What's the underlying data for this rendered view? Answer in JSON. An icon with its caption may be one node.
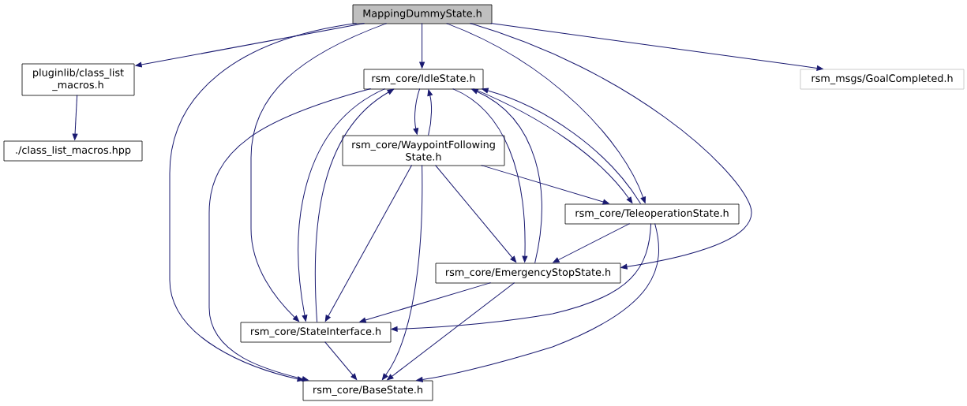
{
  "diagram": {
    "nodes": [
      {
        "text": [
          "MappingDummyState.h"
        ]
      },
      {
        "text": [
          "pluginlib/class_list _macros.h"
        ]
      },
      {
        "text": [
          "./class_list_macros.hpp"
        ]
      },
      {
        "text": [
          "rsm_core/IdleState.h"
        ]
      },
      {
        "text": [
          "rsm_msgs/GoalCompleted.h"
        ]
      },
      {
        "text": [
          "rsm_core/WaypointFollowing State.h"
        ]
      },
      {
        "text": [
          "rsm_core/TeleoperationState.h"
        ]
      },
      {
        "text": [
          "rsm_core/EmergencyStopState.h"
        ]
      },
      {
        "text": [
          "rsm_core/StateInterface.h"
        ]
      },
      {
        "text": [
          "rsm_core/BaseState.h"
        ]
      }
    ],
    "edges": [
      {
        "from": 0,
        "to": 1,
        "arrow": "to"
      },
      {
        "from": 0,
        "to": 3,
        "arrow": "to"
      },
      {
        "from": 0,
        "to": 4,
        "arrow": "to"
      },
      {
        "from": 0,
        "to": 6,
        "arrow": "to"
      },
      {
        "from": 0,
        "to": 7,
        "arrow": "to"
      },
      {
        "from": 0,
        "to": 8,
        "arrow": "to"
      },
      {
        "from": 0,
        "to": 9,
        "arrow": "to"
      },
      {
        "from": 1,
        "to": 2,
        "arrow": "to"
      },
      {
        "from": 3,
        "to": 5,
        "arrow": "to"
      },
      {
        "from": 3,
        "to": 6,
        "arrow": "to"
      },
      {
        "from": 3,
        "to": 7,
        "arrow": "to"
      },
      {
        "from": 3,
        "to": 8,
        "arrow": "to"
      },
      {
        "from": 3,
        "to": 9,
        "arrow": "to"
      },
      {
        "from": 5,
        "to": 3,
        "arrow": "to"
      },
      {
        "from": 5,
        "to": 6,
        "arrow": "to"
      },
      {
        "from": 5,
        "to": 7,
        "arrow": "to"
      },
      {
        "from": 5,
        "to": 8,
        "arrow": "to"
      },
      {
        "from": 5,
        "to": 9,
        "arrow": "to"
      },
      {
        "from": 6,
        "to": 3,
        "arrow": "to"
      },
      {
        "from": 6,
        "to": 7,
        "arrow": "to"
      },
      {
        "from": 6,
        "to": 8,
        "arrow": "to"
      },
      {
        "from": 6,
        "to": 9,
        "arrow": "to"
      },
      {
        "from": 7,
        "to": 3,
        "arrow": "to"
      },
      {
        "from": 7,
        "to": 8,
        "arrow": "to"
      },
      {
        "from": 7,
        "to": 9,
        "arrow": "to"
      },
      {
        "from": 8,
        "to": 3,
        "arrow": "to"
      },
      {
        "from": 8,
        "to": 9,
        "arrow": "to"
      }
    ]
  }
}
